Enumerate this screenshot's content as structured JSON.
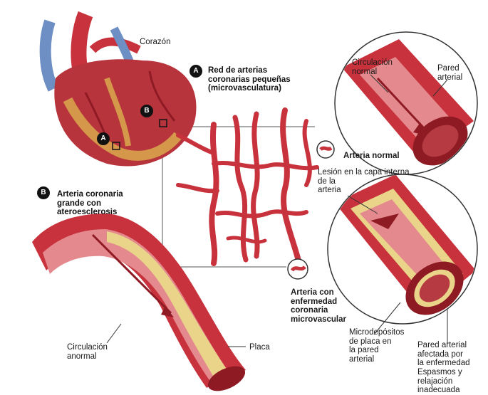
{
  "labels": {
    "heart": "Corazón",
    "badge_a": "A",
    "badge_b": "B",
    "section_a_title": "Red de arterias\ncoronarias pequeñas\n(microvasculatura)",
    "section_b_title": "Arteria coronaria\ngrande con\nateroesclerosis",
    "normal_circulation": "Circulación\nnormal",
    "arterial_wall": "Pared\narterial",
    "normal_artery": "Arteria normal",
    "lesion": "Lesión en la capa interna\nde la\narteria",
    "micro_disease_artery": "Arteria con\nenfermedad\ncoronaria\nmicrovascular",
    "abnormal_circulation": "Circulación\nanormal",
    "plaque": "Placa",
    "micro_deposits": "Microdepósitos\nde placa en\nla pared\narterial",
    "affected_wall": "Pared arterial\nafectada por\nla enfermedad",
    "spasms": "Espasmos y\nrelajación\ninadecuada"
  },
  "colors": {
    "artery_red": "#c8323c",
    "artery_dark": "#8e1a24",
    "artery_inner": "#e48a8f",
    "plaque_yellow": "#e9d48a",
    "heart_fat": "#d9a94c",
    "vein_blue": "#6e8fc4"
  }
}
